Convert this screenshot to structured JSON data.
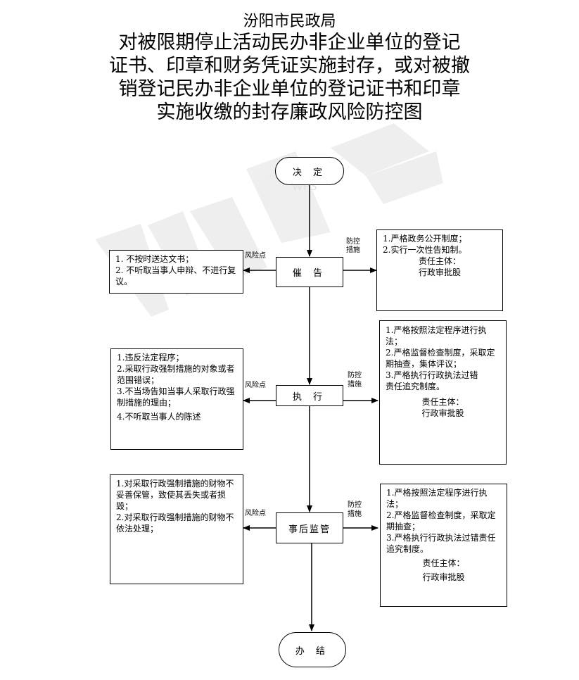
{
  "header": {
    "org": "汾阳市民政局",
    "title_lines": [
      "对被限期停止活动民办非企业单位的登记",
      "证书、印章和财务凭证实施封存，或对被撤",
      "销登记民办非企业单位的登记证书和印章",
      "实施收缴的封存廉政风险防控图"
    ]
  },
  "watermark": "WPS",
  "labels": {
    "risk": "风险点",
    "control_top": "防控",
    "control_bottom": "措施"
  },
  "start": {
    "label": "决 定"
  },
  "end": {
    "label": "办 结"
  },
  "steps": [
    {
      "label": "催 告",
      "risks": [
        "1. 不按时送达文书；",
        "2. 不听取当事人申辩、不进行复议。"
      ],
      "measures": [
        "1.严格政务公开制度；",
        "2.实行一次性告知制。"
      ],
      "owner_title": "责任主体：",
      "owner": "行政审批股"
    },
    {
      "label": "执 行",
      "risks": [
        "1.违反法定程序；",
        "2.采取行政强制措施的对象或者范围错误；",
        "3.不当场告知当事人采取行政强制措施的理由；",
        "4.不听取当事人的陈述"
      ],
      "measures": [
        "1.严格按照法定程序进行执法；",
        "2.严格监督检查制度，采取定期抽查，集体评议；",
        "3.严格执行行政执法过错　　责任追究制度。"
      ],
      "owner_title": "责任主体：",
      "owner": "行政审批股"
    },
    {
      "label": "事后监管",
      "risks": [
        "1.对采取行政强制措施的财物不妥善保管，致使其丢失或者损毁；",
        "2.对采取行政强制措施的财物不依法处理；"
      ],
      "measures": [
        "1.严格按照法定程序进行执法；",
        "2.严格监督检查制度，采取定期抽查；",
        "3.严格执行行政执法过错责任追究制度。"
      ],
      "owner_title": "责任主体：",
      "owner": "行政审批股"
    }
  ]
}
